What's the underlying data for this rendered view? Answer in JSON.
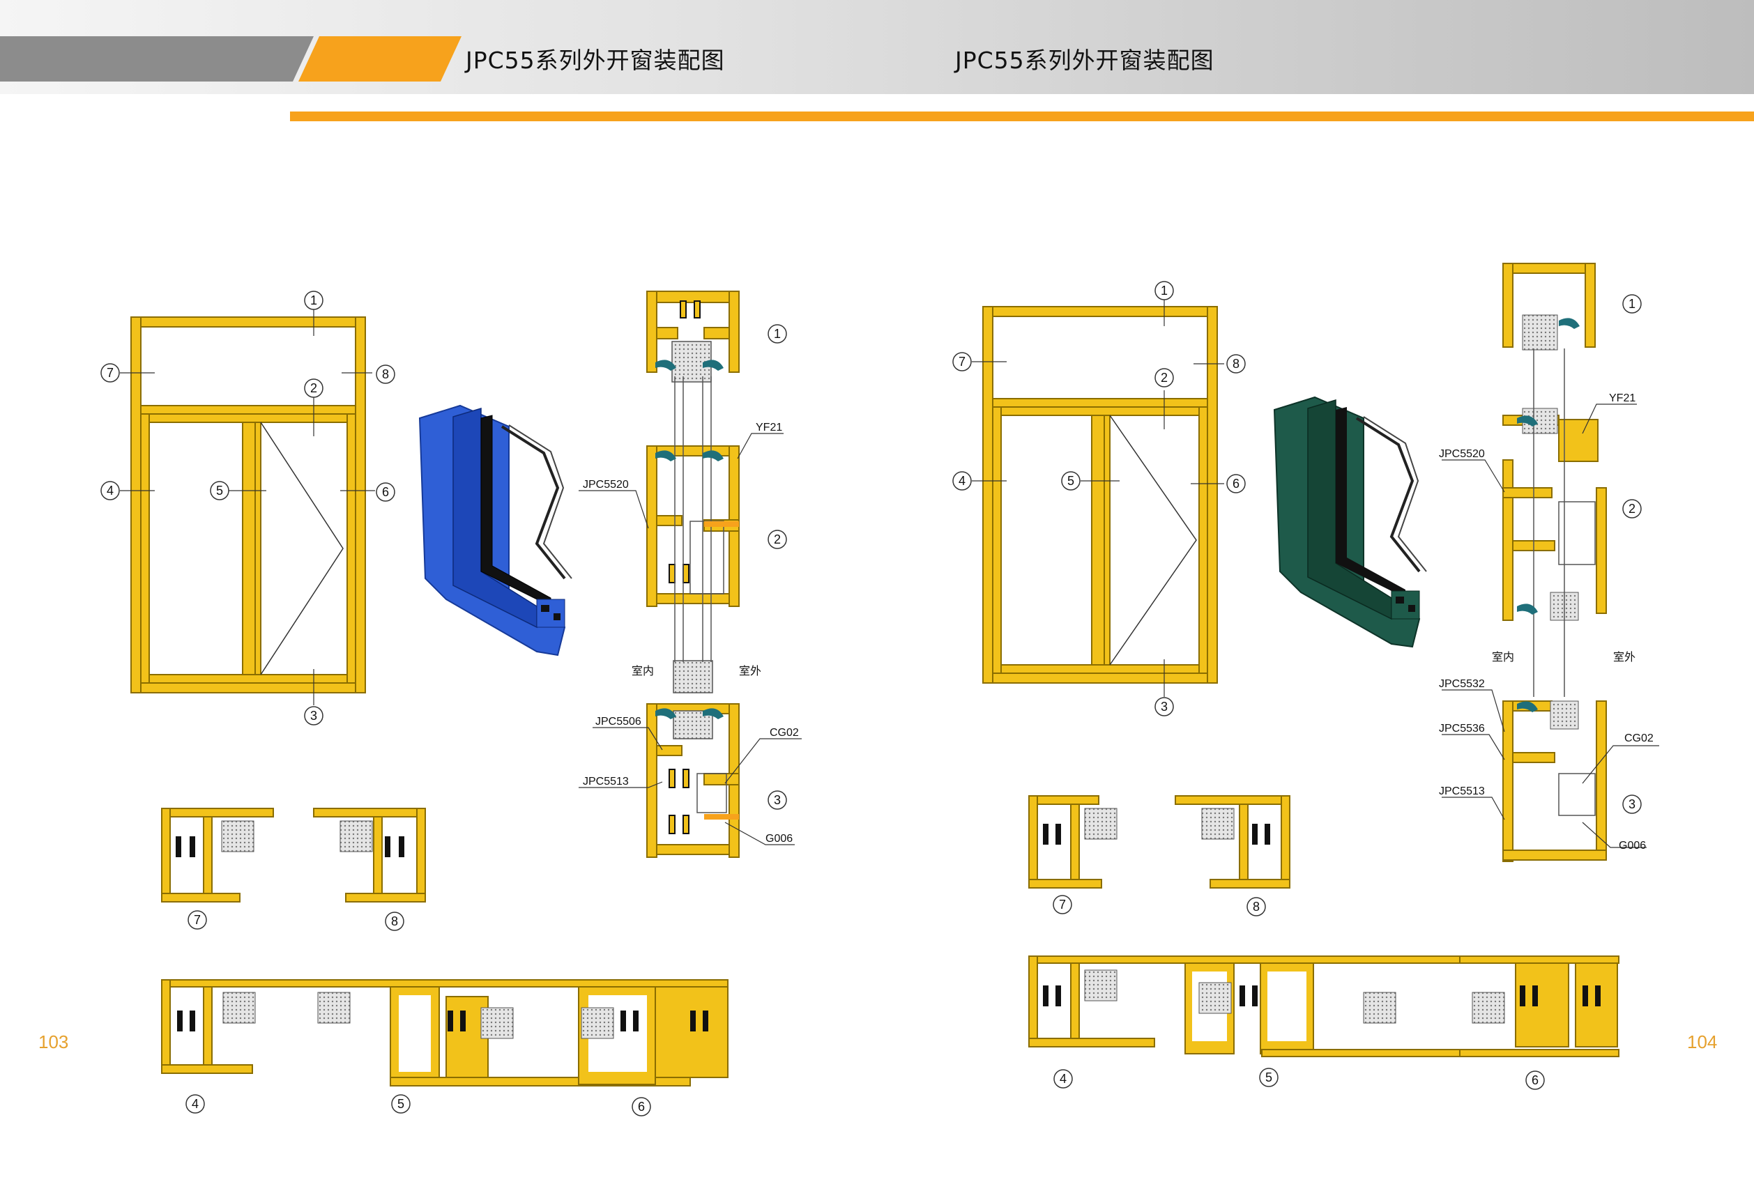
{
  "header": {
    "left_title": "JPC55系列外开窗装配图",
    "right_title": "JPC55系列外开窗装配图",
    "accent_color": "#f7a21c",
    "bar_color": "#8c8c8c"
  },
  "pages": [
    {
      "page_number": "103",
      "callouts": [
        "1",
        "2",
        "3",
        "4",
        "5",
        "6",
        "7",
        "8"
      ],
      "section_labels": {
        "indoor": "室内",
        "outdoor": "室外",
        "parts": [
          "YF21",
          "JPC5520",
          "JPC5506",
          "JPC5513",
          "CG02",
          "G006"
        ]
      },
      "profile_color": "#2f5fd6"
    },
    {
      "page_number": "104",
      "callouts": [
        "1",
        "2",
        "3",
        "4",
        "5",
        "6",
        "7",
        "8"
      ],
      "section_labels": {
        "indoor": "室内",
        "outdoor": "室外",
        "parts": [
          "YF21",
          "JPC5520",
          "JPC5532",
          "JPC5536",
          "JPC5513",
          "CG02",
          "G006"
        ]
      },
      "profile_color": "#1e5a4a"
    }
  ],
  "colors": {
    "frame": "#f2c21a",
    "frame_stroke": "#8a6d00",
    "gasket": "#1f6f7a"
  }
}
